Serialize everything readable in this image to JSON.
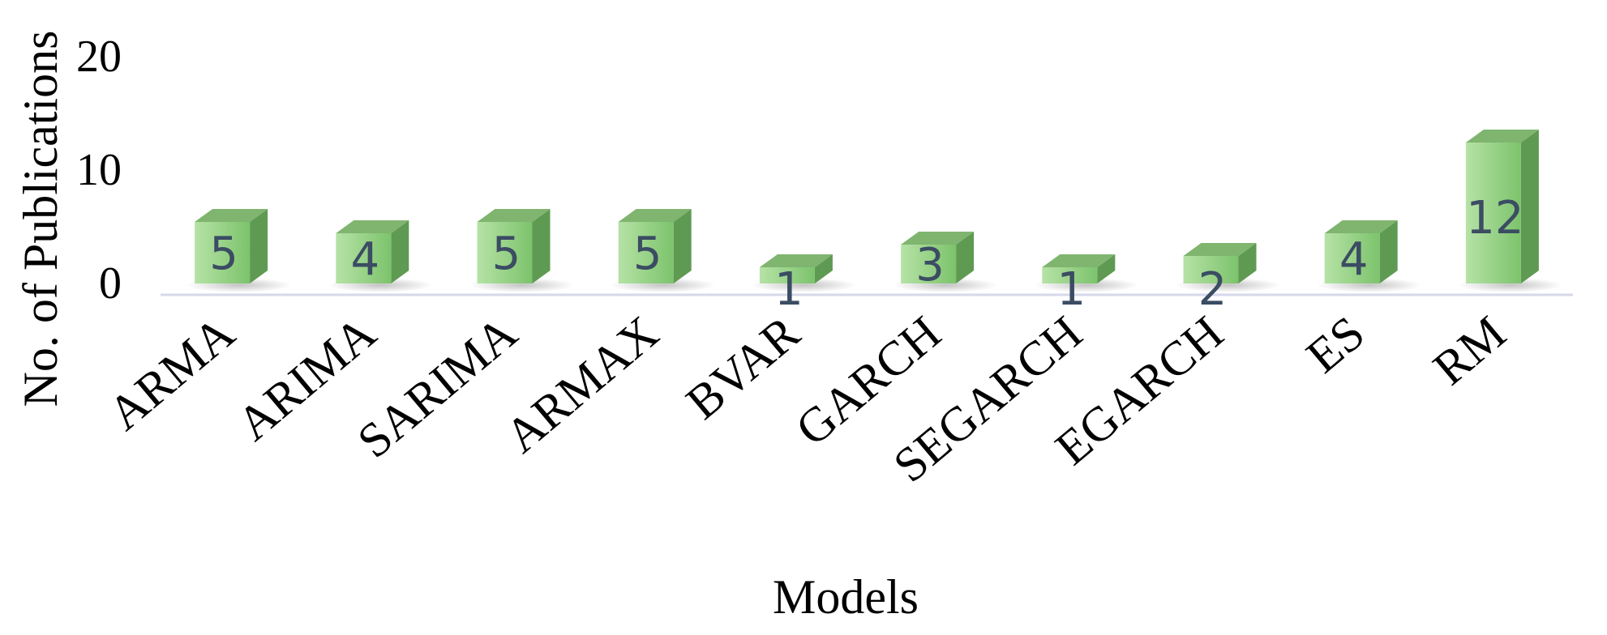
{
  "colors": {
    "bar_front_light": "#b6e2a6",
    "bar_front_dark": "#7cc36c",
    "bar_side": "#5f9a52",
    "bar_top": "#7fb56f",
    "baseline": "#d6d9ea",
    "data_label": "#3b4c63"
  },
  "chart_data": {
    "type": "bar",
    "categories": [
      "ARMA",
      "ARIMA",
      "SARIMA",
      "ARMAX",
      "BVAR",
      "GARCH",
      "SEGARCH",
      "EGARCH",
      "ES",
      "RM"
    ],
    "values": [
      5,
      4,
      5,
      5,
      1,
      3,
      1,
      2,
      4,
      12
    ],
    "data_labels": [
      "5",
      "4",
      "5",
      "5",
      "1",
      "3",
      "1",
      "2",
      "4",
      "12"
    ],
    "title": "",
    "xlabel": "Models",
    "ylabel": "No. of Publications",
    "ylim": [
      0,
      20
    ],
    "yticks": [
      0,
      10,
      20
    ],
    "ytick_labels": [
      "0",
      "10",
      "20"
    ],
    "grid": false,
    "legend": "none",
    "style": "3d-column"
  }
}
